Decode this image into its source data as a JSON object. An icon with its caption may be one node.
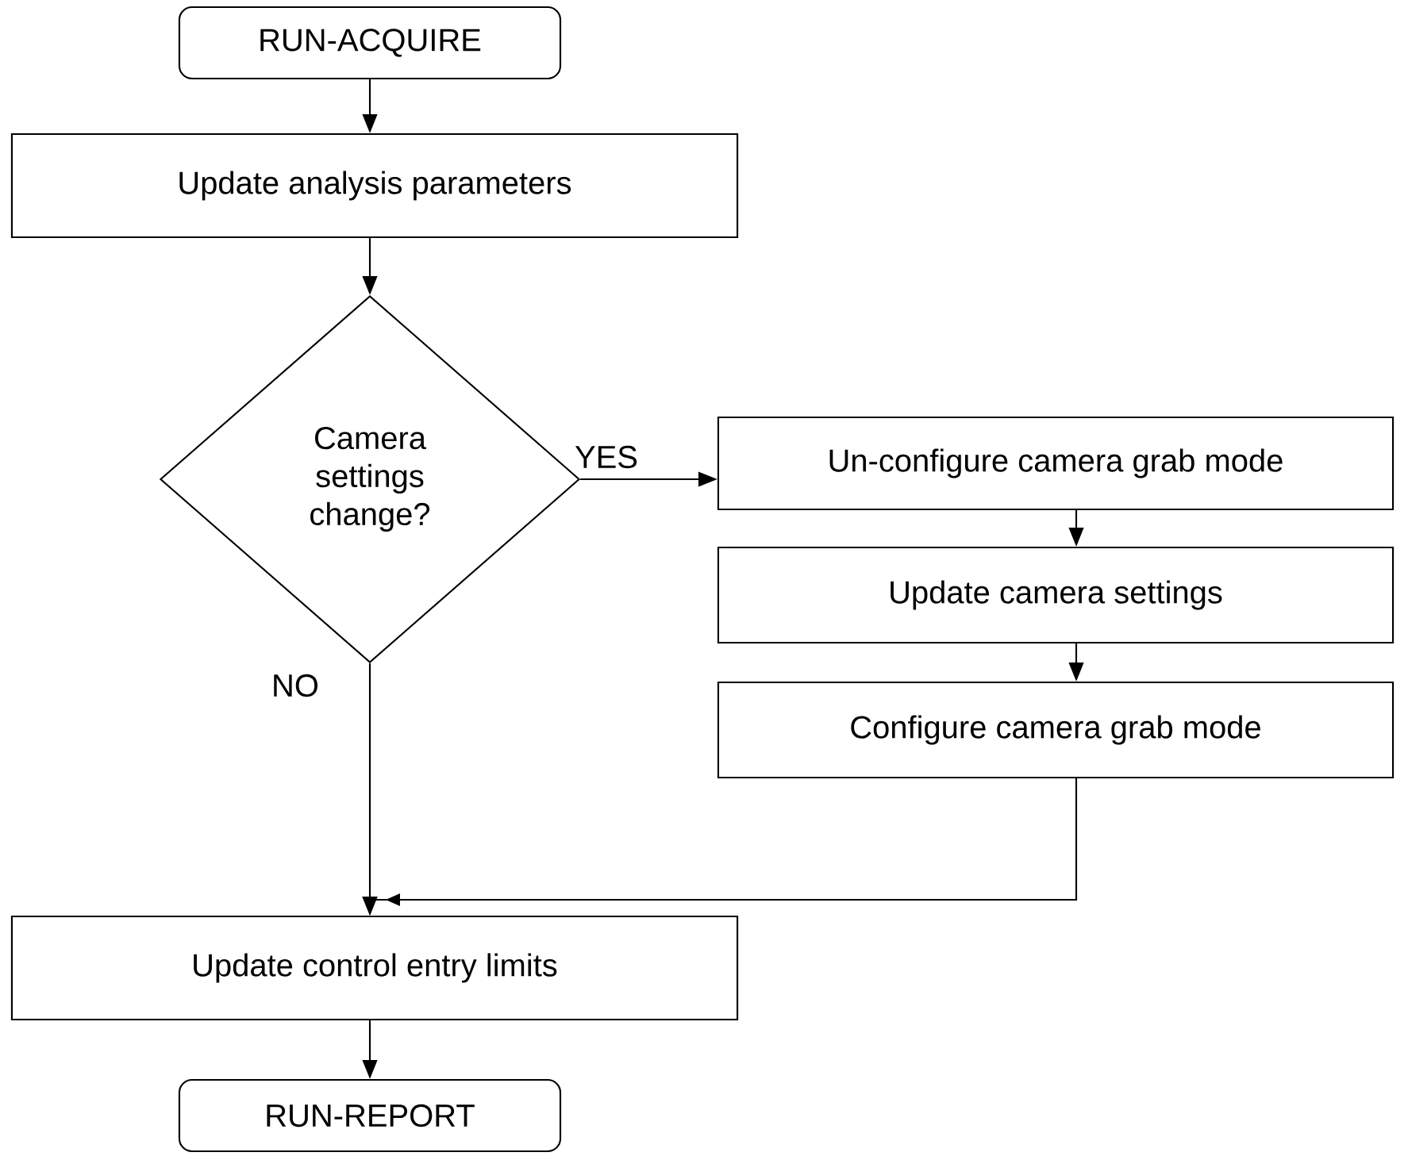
{
  "diagram": {
    "nodes": [
      {
        "text": [
          "RUN-ACQUIRE"
        ]
      },
      {
        "text": [
          "Update analysis parameters"
        ]
      },
      {
        "text": [
          "Camera settings change?"
        ]
      },
      {
        "text": [
          "Un-configure camera grab mode"
        ]
      },
      {
        "text": [
          "Update camera settings"
        ]
      },
      {
        "text": [
          "Configure camera grab mode"
        ]
      },
      {
        "text": [
          "Update control entry limits"
        ]
      },
      {
        "text": [
          "RUN-REPORT"
        ]
      }
    ],
    "edges": [
      {
        "from": 0,
        "to": 1,
        "arrow": "to"
      },
      {
        "from": 1,
        "to": 2,
        "arrow": "to"
      },
      {
        "from": 2,
        "to": 3,
        "arrow": "to",
        "label": "YES"
      },
      {
        "from": 3,
        "to": 4,
        "arrow": "to"
      },
      {
        "from": 4,
        "to": 5,
        "arrow": "to"
      },
      {
        "from": 2,
        "to": 6,
        "arrow": "to",
        "label": "NO"
      },
      {
        "from": 5,
        "to": 6,
        "arrow": "to"
      },
      {
        "from": 6,
        "to": 7,
        "arrow": "to"
      }
    ]
  }
}
